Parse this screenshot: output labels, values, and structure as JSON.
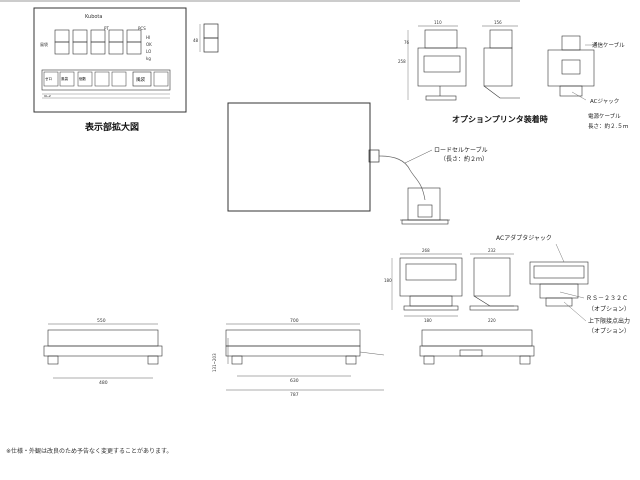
{
  "display_panel": {
    "title": "表示部拡大図",
    "brand": "Kubota",
    "pt": "PT",
    "pcs": "PCS",
    "weigh": "風袋",
    "hi": "HI",
    "ok": "OK",
    "lo": "LO",
    "kg": "kg",
    "buttons": [
      "ゼロ",
      "風袋",
      "個数",
      "UL-2"
    ],
    "big_button": "風袋",
    "dim_48": "48"
  },
  "options_title": "オプションプリンタ装着時",
  "printer_dims": {
    "w110": "110",
    "w156": "156",
    "h76": "76",
    "h258": "258"
  },
  "labels": {
    "comm_cable": "通信ケーブル",
    "ac_jack": "ACジャック",
    "power_cable": "電源ケーブル",
    "power_length": "長さ：約２.５ｍ",
    "loadcell_cable": "ロードセルケーブル",
    "loadcell_length": "（長さ：約２ｍ）",
    "ac_adapter_jack": "ACアダプタジャック",
    "rs232c": "ＲＳ－２３２Ｃ",
    "rs232c_opt": "（オプション）",
    "limit_output": "上下限接点出力",
    "limit_opt": "（オプション）"
  },
  "indicator_dims": {
    "w268": "268",
    "w232": "232",
    "h180": "180",
    "w180": "180",
    "w220": "220"
  },
  "scale_dims": {
    "front_550": "550",
    "front_480": "480",
    "side_700": "700",
    "side_630": "630",
    "side_787": "787",
    "height": "131~203"
  },
  "footnote": "※仕様・外観は改良のため予告なく変更することがあります。"
}
